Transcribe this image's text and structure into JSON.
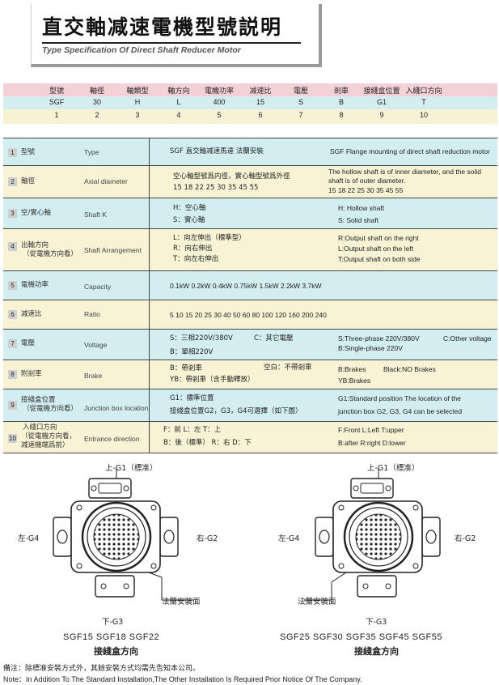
{
  "header": {
    "title_zh": "直交軸减速電機型號説明",
    "title_en": "Type Specification Of Direct Shaft Reducer Motor"
  },
  "spec_strip": {
    "labels": [
      "型號",
      "軸徑",
      "軸類型",
      "軸方向",
      "電機功率",
      "减速比",
      "電壓",
      "剎車",
      "接綫盒位置",
      "入綫口方向"
    ],
    "values": [
      "SGF",
      "30",
      "H",
      "L",
      "400",
      "15",
      "S",
      "B",
      "G1",
      "T"
    ],
    "indices": [
      "1",
      "2",
      "3",
      "4",
      "5",
      "6",
      "7",
      "8",
      "9",
      "10"
    ]
  },
  "table": {
    "rows": [
      {
        "num": "1",
        "zh": "型號",
        "en": "Type",
        "left": [
          "SGF  直交軸减速馬達  法蘭安裝"
        ],
        "right": [
          "SGF Flange mounting of direct shaft reduction motor"
        ]
      },
      {
        "num": "2",
        "zh": "軸徑",
        "en": "Axial diameter",
        "left": [
          "空心軸型號爲内徑，實心軸型號爲外徑",
          "15   18   22   25   30   35   45   55"
        ],
        "right": [
          "The hollow shaft is of inner diameter, and the solid",
          "shaft is of outer diameter.",
          "15   18   22   25   30   35   45   55"
        ]
      },
      {
        "num": "3",
        "zh": "空/實心軸",
        "en": "Shaft K",
        "left": [
          "H：空心軸",
          "S：實心軸"
        ],
        "right": [
          "H:  Hollow shaft",
          "S:  Solid shaft"
        ]
      },
      {
        "num": "4",
        "zh": "出軸方向",
        "zh2": "（從電機方向看）",
        "en": "Shaft Arrangement",
        "left": [
          "L：向左伸出（標準型）",
          "R：向右伸出",
          "T：向左右伸出"
        ],
        "right": [
          "R:Output shaft on the right",
          "L:Output shaft on the left",
          "T:Output shaft on both side"
        ]
      },
      {
        "num": "5",
        "zh": "電機功率",
        "en": "Capacity",
        "left": [
          "0.1kW    0.2kW     0.4kW    0.75kW    1.5kW     2.2kW    3.7kW"
        ]
      },
      {
        "num": "6",
        "zh": "减速比",
        "en": "Ratio",
        "left": [
          "5    10   15   20   25   30   40   50   60   80   100   120   160   200   240"
        ]
      },
      {
        "num": "7",
        "zh": "電壓",
        "en": "Voltage",
        "left": [
          "S：三相220V/380V",
          "B：單相220V"
        ],
        "left_extra": "C：其它電壓",
        "right": [
          "S:Three-phase 220V/380V",
          "B:Single-phase 220V"
        ],
        "right_extra": "C:Other voltage"
      },
      {
        "num": "8",
        "zh": "附剎車",
        "en": "Brake",
        "left": [
          "B：帶剎車",
          "YB：帶剎車（含手動釋放）"
        ],
        "left_extra": "空白：不帶剎車",
        "right": [
          "B:Brakes",
          "YB:Brakes"
        ],
        "right_extra": "Black:NO Brakes"
      },
      {
        "num": "9",
        "zh": "接綫盒位置",
        "zh2": "（從電機方向看）",
        "en": "Junction box location",
        "left": [
          "G1：標準位置",
          "接綫盒位置G2，G3，G4可選擇（如下圖）"
        ],
        "right": [
          "G1:Standard position The location of the",
          "junction box G2, G3, G4 can be selected"
        ]
      },
      {
        "num": "10",
        "zh": "入綫口方向",
        "zh2": "（從電機方向看，",
        "zh3": "减速機端爲前）",
        "en": "Entrance direction",
        "left": [
          "F：前               L：左             T：上",
          "B：後（標準）    R：右             D：下"
        ],
        "right": [
          "F:Front              L:Left            T:upper",
          "B:after              R:right          D:lower"
        ]
      }
    ]
  },
  "diagrams": [
    {
      "top": "上-G1（標准）",
      "left": "左-G4",
      "right": "右-G2",
      "bottom": "下-G3",
      "flange": "法蘭安裝面",
      "models": "SGF15   SGF18   SGF22",
      "caption": "接綫盒方向"
    },
    {
      "top": "上-G1（標准）",
      "left": "左-G4",
      "right": "右-G2",
      "bottom": "下-G3",
      "flange": "法蘭安裝面",
      "models": "SGF25   SGF30   SGF35   SGF45   SGF55",
      "caption": "接綫盒方向"
    }
  ],
  "notes": {
    "zh": "備注：除標准安裝方式外，其餘安裝方式均需先告知本公司。",
    "en": "Note：In Addition To The Standard Installation,The Other Installation Is Required Prior Notice Of The Company."
  }
}
